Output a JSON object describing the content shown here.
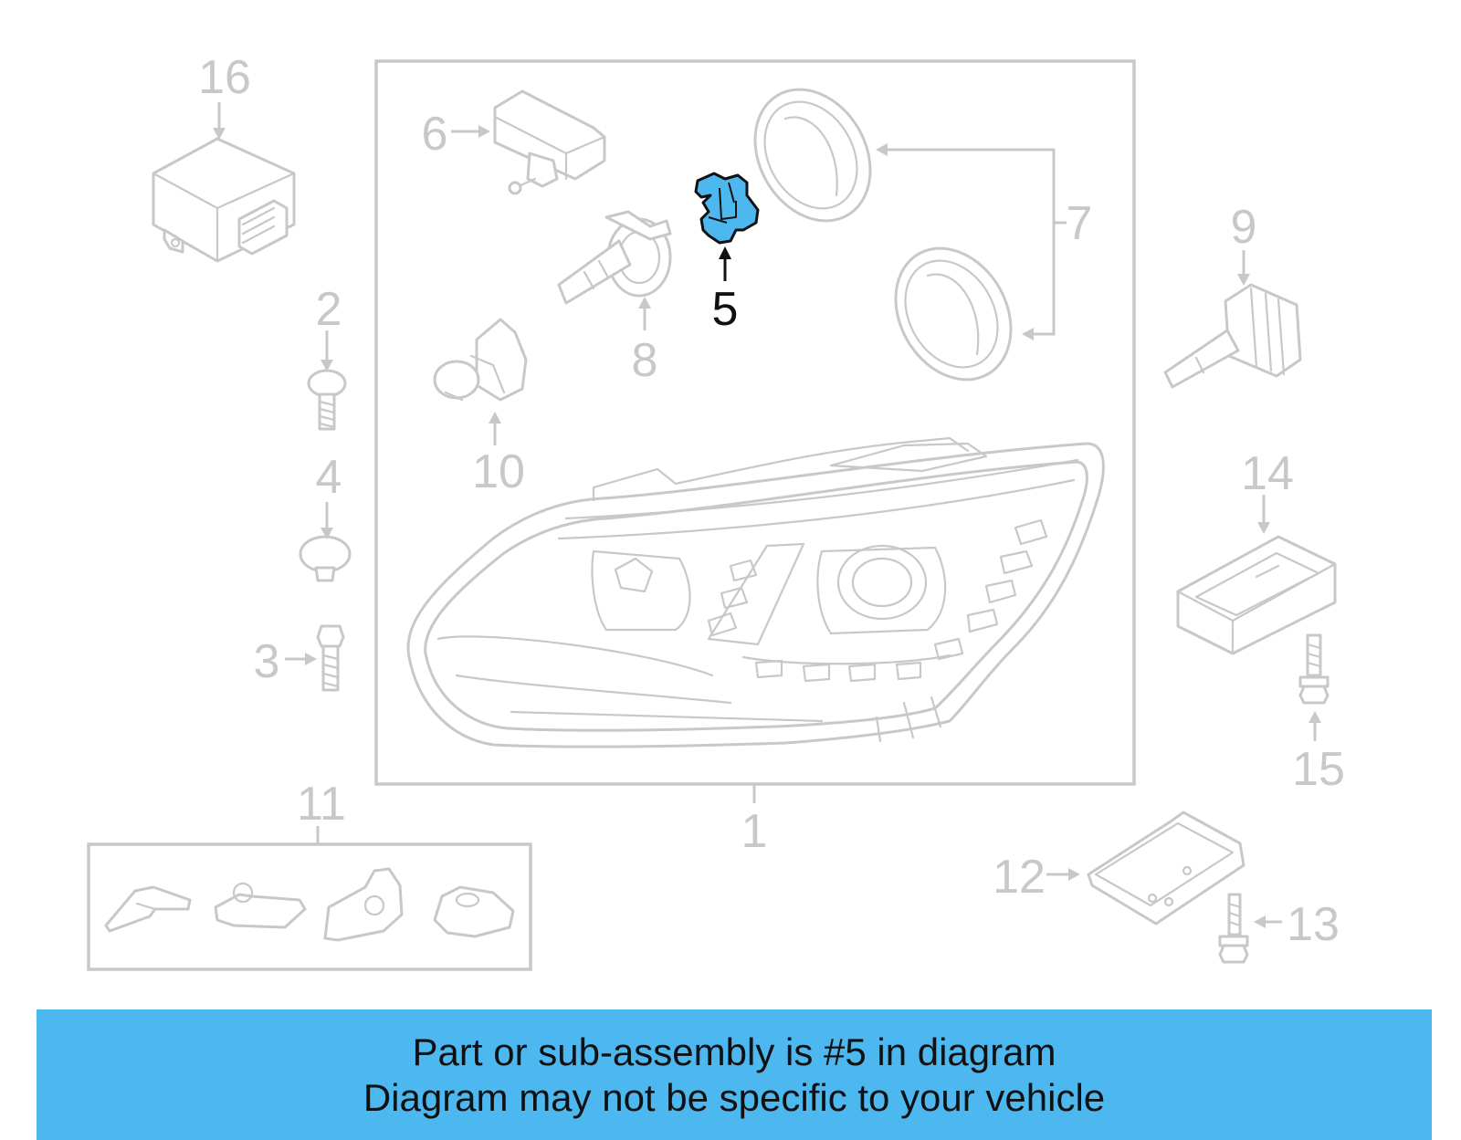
{
  "diagram": {
    "callouts": {
      "c1": "1",
      "c2": "2",
      "c3": "3",
      "c4": "4",
      "c5": "5",
      "c6": "6",
      "c7": "7",
      "c8": "8",
      "c9": "9",
      "c10": "10",
      "c11": "11",
      "c12": "12",
      "c13": "13",
      "c14": "14",
      "c15": "15",
      "c16": "16"
    },
    "highlighted_part": "5",
    "colors": {
      "line": "#c8c8c8",
      "highlight_fill": "#4db8f0",
      "highlight_stroke": "#111111",
      "banner": "#4db8f0"
    }
  },
  "banner": {
    "line1": "Part or sub-assembly is #5 in diagram",
    "line2": "Diagram may not be specific to your vehicle"
  }
}
